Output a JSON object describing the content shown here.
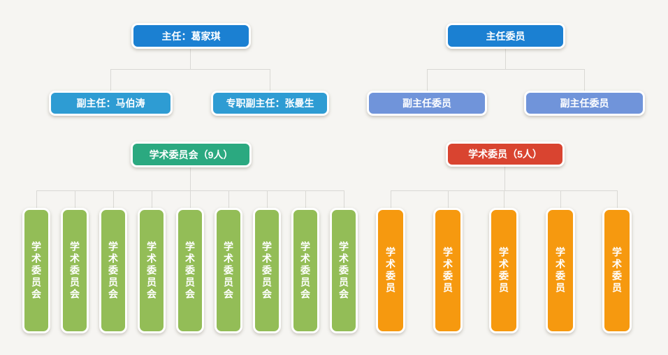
{
  "page": {
    "background_color": "#f6f5f2",
    "connector_color": "#d9d8d4",
    "text_color": "#ffffff"
  },
  "left_chart": {
    "root": {
      "label": "主任：葛家琪",
      "color": "#1b80d2"
    },
    "deputies": [
      {
        "label": "副主任：马伯涛",
        "color": "#2e9cd3"
      },
      {
        "label": "专职副主任：张曼生",
        "color": "#2e9cd3"
      }
    ],
    "committee": {
      "label": "学术委员会（9人）",
      "color": "#2ba980"
    },
    "member_color": "#93bd57",
    "members": [
      "学术委员会",
      "学术委员会",
      "学术委员会",
      "学术委员会",
      "学术委员会",
      "学术委员会",
      "学术委员会",
      "学术委员会",
      "学术委员会"
    ]
  },
  "right_chart": {
    "root": {
      "label": "主任委员",
      "color": "#1b80d2"
    },
    "deputies": [
      {
        "label": "副主任委员",
        "color": "#7094da"
      },
      {
        "label": "副主任委员",
        "color": "#7094da"
      }
    ],
    "committee": {
      "label": "学术委员（5人）",
      "color": "#d94430"
    },
    "member_color": "#f6990f",
    "members": [
      "学术委员",
      "学术委员",
      "学术委员",
      "学术委员",
      "学术委员"
    ]
  }
}
